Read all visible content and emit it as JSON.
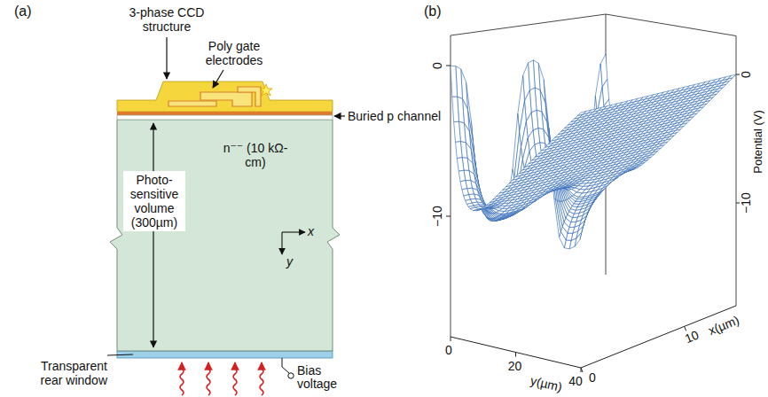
{
  "diagram": {
    "nodes": [
      {
        "text": [
          "n⁻⁻ (10 kΩ-cm)",
          "Photo-sensitive volume (300µm)"
        ]
      }
    ],
    "labels": [
      "(a)",
      "3-phase CCD structure",
      "Poly gate electrodes",
      "Buried p channel",
      "x",
      "y",
      "Transparent rear window",
      "Bias voltage",
      "(b)",
      "0",
      "−10",
      "0",
      "−10",
      "Potential (V)",
      "0",
      "20",
      "40",
      "y(µm)",
      "0",
      "10",
      "x(µm)"
    ]
  }
}
